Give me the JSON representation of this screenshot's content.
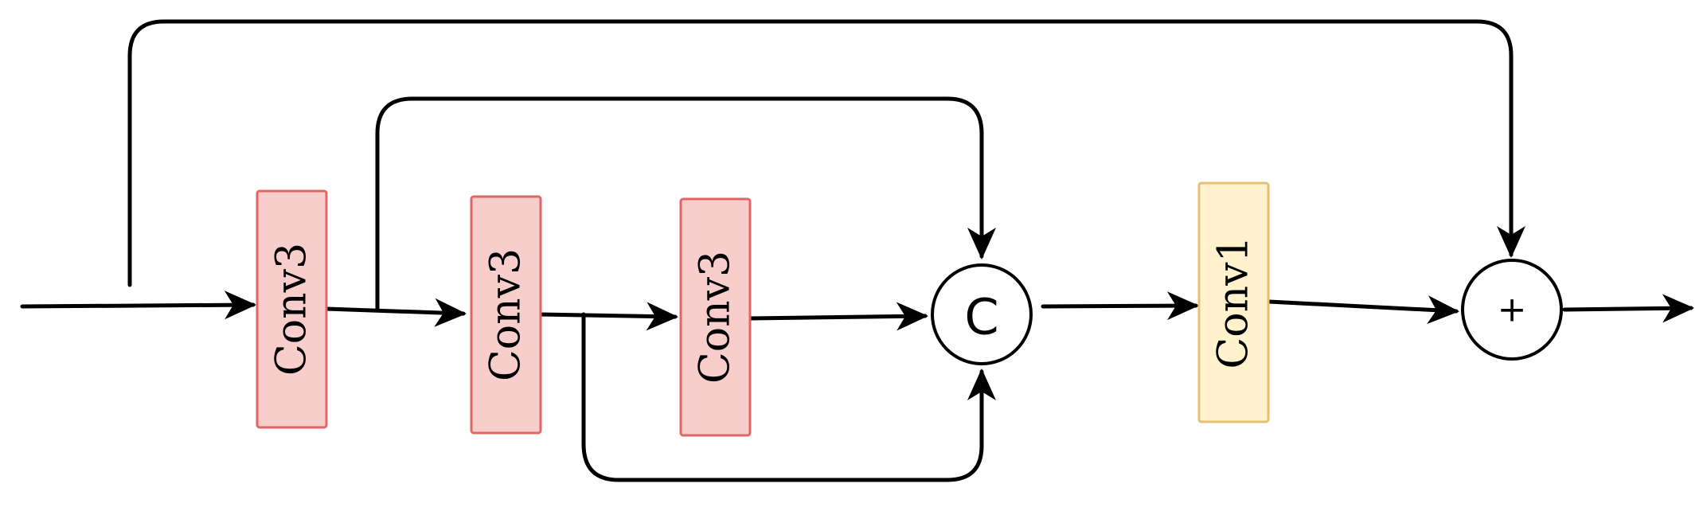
{
  "blocks": [
    {
      "id": "conv3-a",
      "label": "Conv3",
      "fill": "#f8cecc",
      "stroke": "#e06666"
    },
    {
      "id": "conv3-b",
      "label": "Conv3",
      "fill": "#f8cecc",
      "stroke": "#e06666"
    },
    {
      "id": "conv3-c",
      "label": "Conv3",
      "fill": "#f8cecc",
      "stroke": "#e06666"
    },
    {
      "id": "conv1",
      "label": "Conv1",
      "fill": "#fff2cc",
      "stroke": "#e5c070"
    }
  ],
  "operators": {
    "concat": {
      "label": "C"
    },
    "add": {
      "label": "+"
    }
  }
}
